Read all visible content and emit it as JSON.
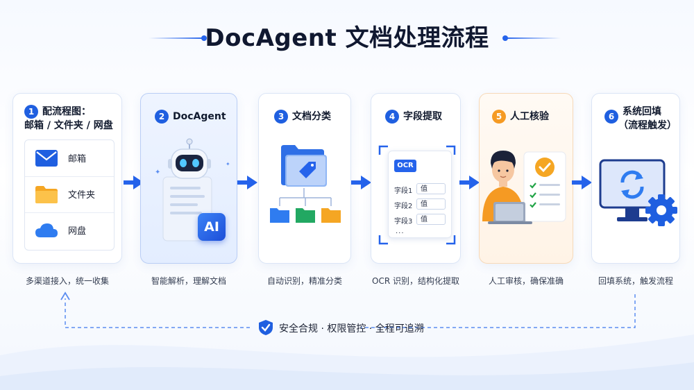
{
  "title": "DocAgent 文档处理流程",
  "steps": [
    {
      "num": "1",
      "title_line1": "配流程图：",
      "title_line2": "邮箱 / 文件夹 / 网盘",
      "caption": "多渠道接入，统一收集",
      "sources": [
        {
          "label": "邮箱",
          "icon": "mail-icon"
        },
        {
          "label": "文件夹",
          "icon": "folder-icon"
        },
        {
          "label": "网盘",
          "icon": "cloud-icon"
        }
      ]
    },
    {
      "num": "2",
      "title": "DocAgent",
      "caption": "智能解析，理解文档",
      "badge": "AI"
    },
    {
      "num": "3",
      "title": "文档分类",
      "caption": "自动识别，精准分类"
    },
    {
      "num": "4",
      "title": "字段提取",
      "caption": "OCR 识别，结构化提取",
      "form": {
        "tag": "OCR",
        "rows": [
          {
            "label": "字段1",
            "value": "值"
          },
          {
            "label": "字段2",
            "value": "值"
          },
          {
            "label": "字段3",
            "value": "值"
          }
        ],
        "more": "..."
      }
    },
    {
      "num": "5",
      "title": "人工核验",
      "caption": "人工审核，确保准确"
    },
    {
      "num": "6",
      "title_line1": "系统回填",
      "title_line2": "（流程触发）",
      "caption": "回填系统，触发流程"
    }
  ],
  "compliance": "安全合规 · 权限管控 · 全程可追溯",
  "colors": {
    "primary": "#1f5fe0",
    "accent": "#f59a23",
    "success": "#22a447"
  }
}
